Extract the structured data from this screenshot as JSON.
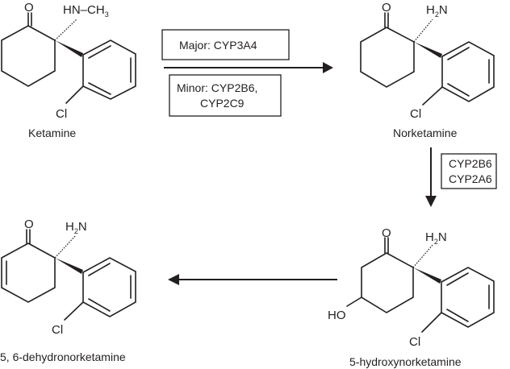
{
  "diagram": {
    "title": "Ketamine metabolic pathway",
    "compounds": [
      {
        "id": "ketamine",
        "name": "Ketamine",
        "substituent": "HN–CH",
        "substituent_sub": "3",
        "halogen": "Cl",
        "carbonyl": "O"
      },
      {
        "id": "norketamine",
        "name": "Norketamine",
        "substituent_h": "H",
        "substituent_sub": "2",
        "substituent_n": "N",
        "halogen": "Cl",
        "carbonyl": "O"
      },
      {
        "id": "hydroxynorketamine",
        "name": "5-hydroxynorketamine",
        "substituent_h": "H",
        "substituent_sub": "2",
        "substituent_n": "N",
        "halogen": "Cl",
        "carbonyl": "O",
        "hydroxyl": "HO"
      },
      {
        "id": "dehydronorketamine",
        "name": "5, 6-dehydronorketamine",
        "substituent_h": "H",
        "substituent_sub": "2",
        "substituent_n": "N",
        "halogen": "Cl",
        "carbonyl": "O"
      }
    ],
    "reactions": [
      {
        "from": "ketamine",
        "to": "norketamine",
        "direction": "right",
        "enzymes_major": "Major: CYP3A4",
        "enzymes_minor_line1": "Minor: CYP2B6,",
        "enzymes_minor_line2": "CYP2C9"
      },
      {
        "from": "norketamine",
        "to": "hydroxynorketamine",
        "direction": "down",
        "enzymes_line1": "CYP2B6",
        "enzymes_line2": "CYP2A6"
      },
      {
        "from": "hydroxynorketamine",
        "to": "dehydronorketamine",
        "direction": "left"
      }
    ]
  }
}
